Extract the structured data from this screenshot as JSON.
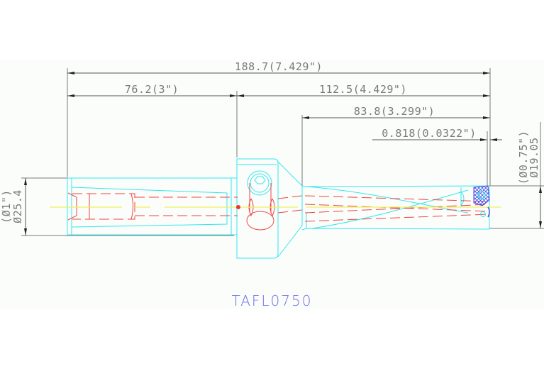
{
  "drawing": {
    "part_number": "TAFL0750",
    "colors": {
      "dimension": "#7a7a7a",
      "outline": "#33e6f0",
      "hidden": "#ee4444",
      "centerline": "#f0f060",
      "insert": "#4a4ae8",
      "title": "#6f6fe6"
    },
    "dimensions": {
      "overall_length": "188.7(7.429\")",
      "shank_length": "76.2(3\")",
      "body_length": "112.5(4.429\")",
      "flute_length": "83.8(3.299\")",
      "tip_offset": "0.818(0.0322\")",
      "drill_diameter_mm": "Ø19.05",
      "drill_diameter_in": "(Ø0.75\")",
      "shank_diameter_mm": "Ø25.4",
      "shank_diameter_in": "(Ø1\")"
    }
  }
}
